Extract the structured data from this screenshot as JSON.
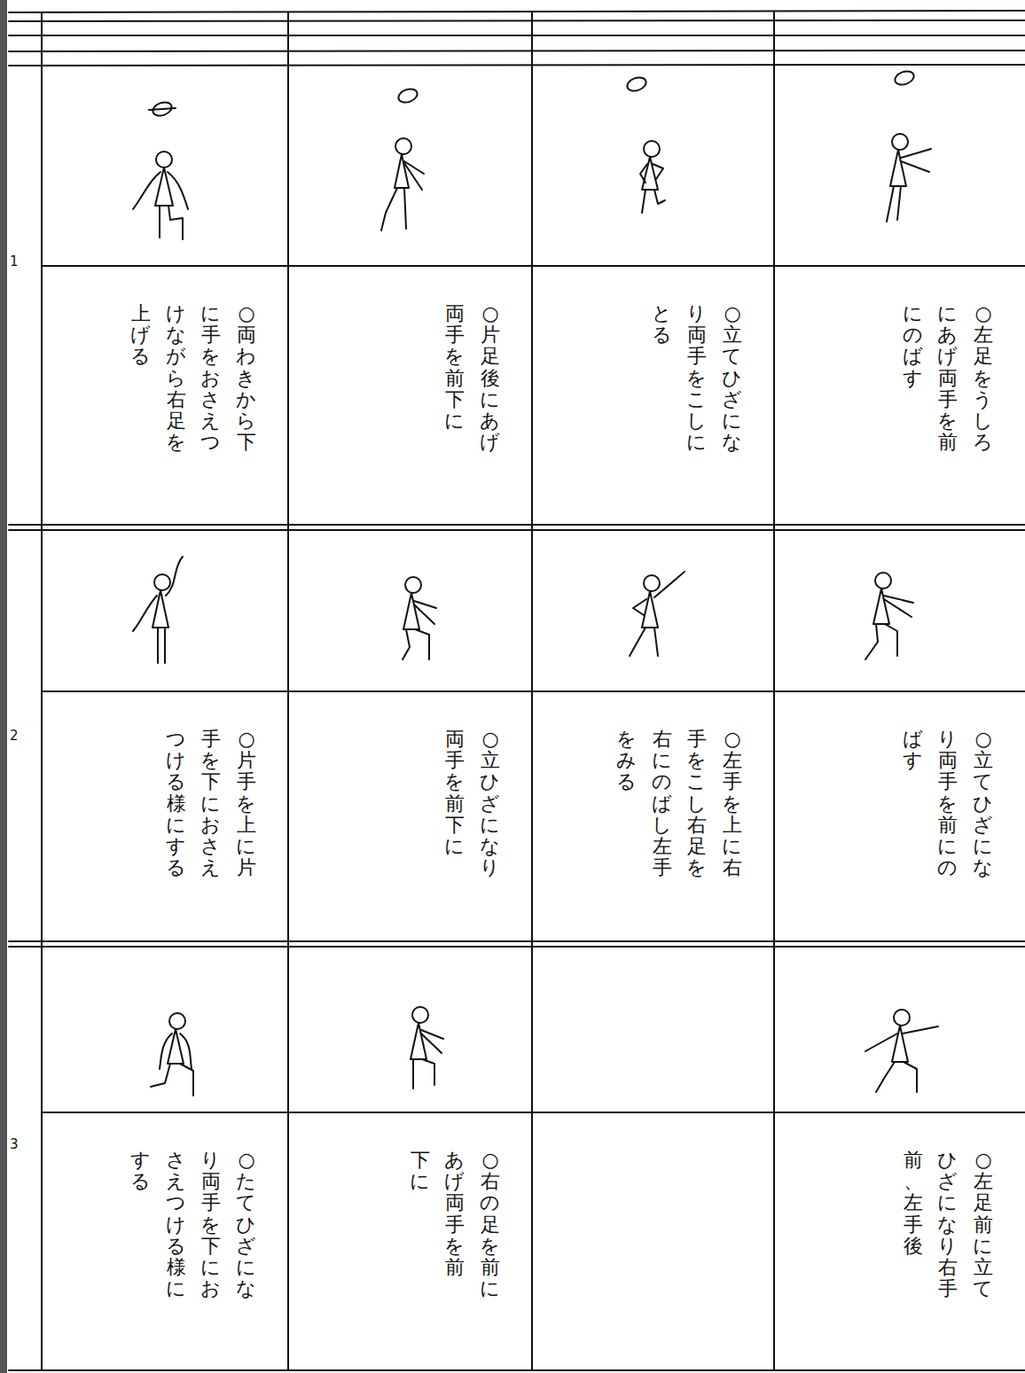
{
  "diagram": {
    "labels": [
      "1",
      "○両わきから下に手をおさえつけながら右足を上げる",
      "○片足後にあげ両手を前下に",
      "○立てひざになり両手をこしにとる",
      "○左足をうしろにあげ両手を前にのばす",
      "2",
      "○片手を上に片手を下におさえつける様にする",
      "○立ひざになり両手を前下に",
      "○左手を上に右手をこし右足を右にのばし左手をみる",
      "○立てひざになり両手を前にのばす",
      "3",
      "○たてひざになり両手を下におさえつける様にする",
      "○右の足を前にあげ両手を前下に",
      "○左足前に立てひざになり右手前、左手後"
    ]
  }
}
